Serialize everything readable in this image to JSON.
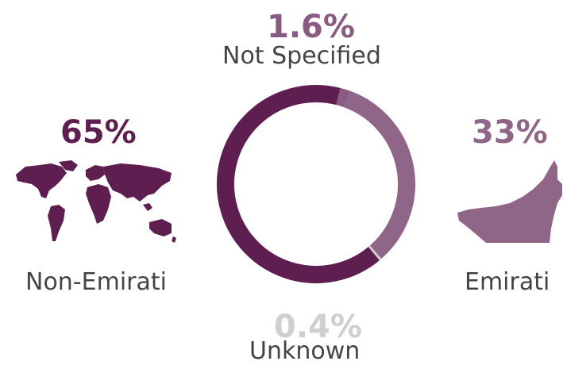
{
  "colors": {
    "non_emirati": "#5e1e4f",
    "emirati": "#8f6688",
    "unknown": "#d2cdd2",
    "not_specified": "#8a5b82"
  },
  "chart_data": {
    "type": "pie",
    "series": [
      {
        "name": "Non-Emirati",
        "value": 65,
        "value_label": "65%",
        "color": "#5e1e4f",
        "icon": "world-map-icon"
      },
      {
        "name": "Emirati",
        "value": 33,
        "value_label": "33%",
        "color": "#8f6688",
        "icon": "uae-map-icon"
      },
      {
        "name": "Unknown",
        "value": 0.4,
        "value_label": "0.4%",
        "color": "#d2cdd2"
      },
      {
        "name": "Not Specified",
        "value": 1.6,
        "value_label": "1.6%",
        "color": "#8a5b82"
      }
    ]
  }
}
